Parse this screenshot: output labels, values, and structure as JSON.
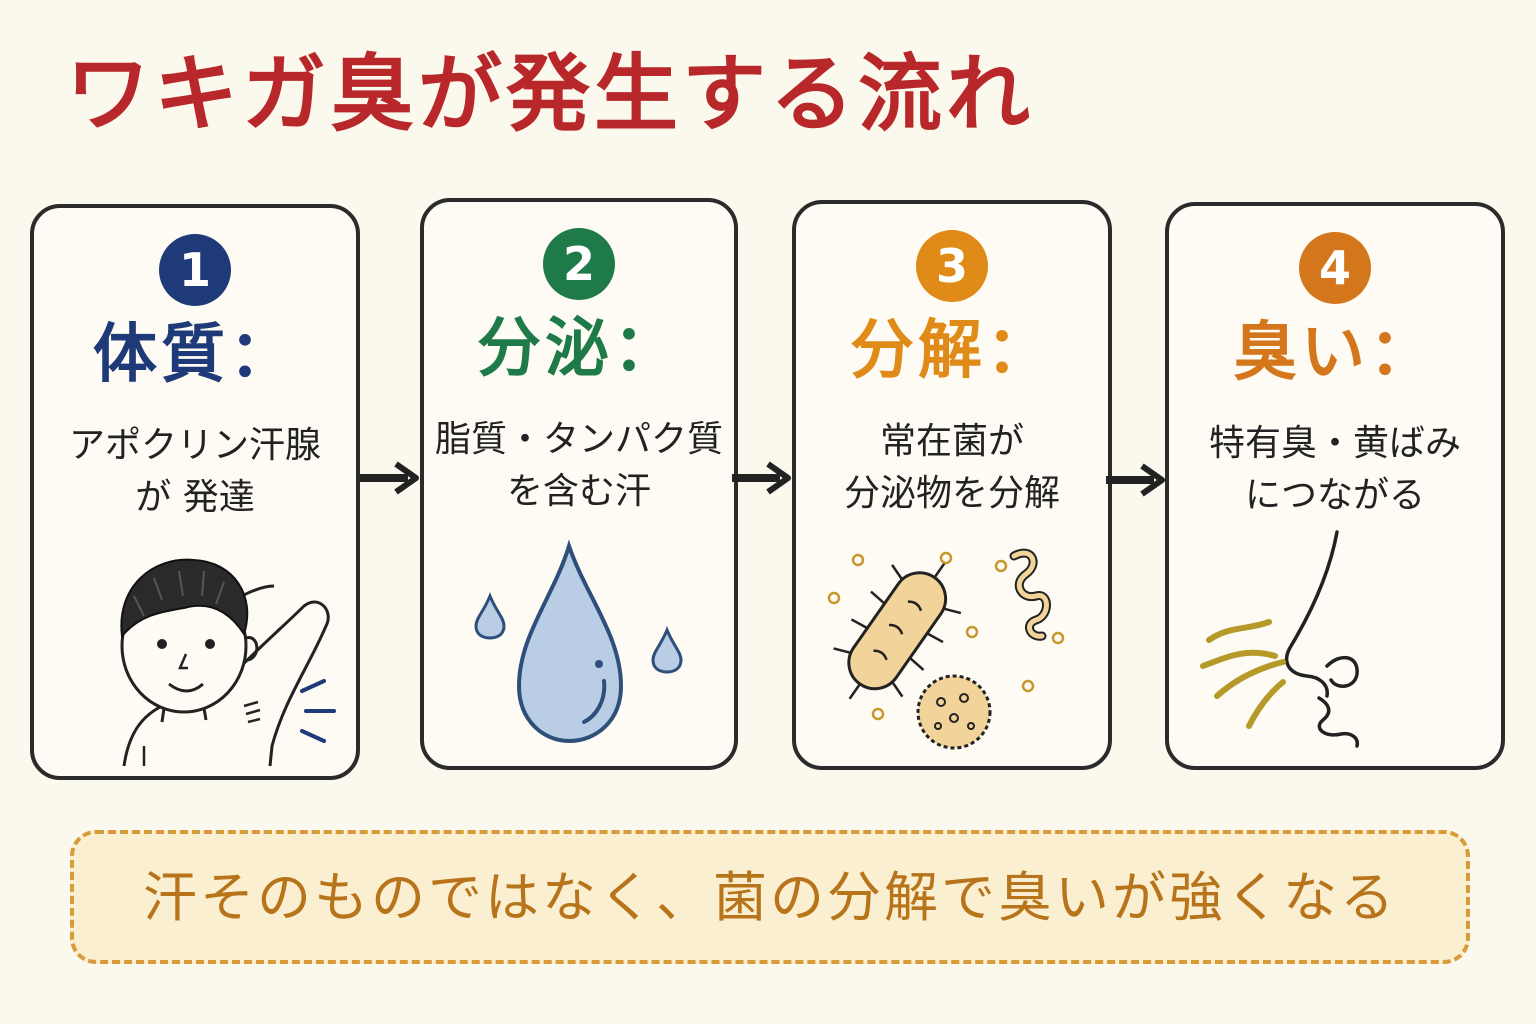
{
  "title": "ワキガ臭が発生する流れ",
  "colors": {
    "title": "#b8282a",
    "step1": "#1f3a78",
    "step2": "#1f7a4a",
    "step3": "#e08a18",
    "step4": "#d4761c",
    "note_border": "#d99a3a",
    "note_text": "#b8741a"
  },
  "steps": [
    {
      "number": "1",
      "heading": "体質：",
      "desc_lines": [
        "アポクリン汗腺",
        "が 発達"
      ],
      "icon": "person-raising-arm-icon"
    },
    {
      "number": "2",
      "heading": "分泌：",
      "desc_lines": [
        "脂質・タンパク質",
        "を含む汗"
      ],
      "icon": "sweat-drop-icon"
    },
    {
      "number": "3",
      "heading": "分解：",
      "desc_lines": [
        "常在菌が",
        "分泌物を分解"
      ],
      "icon": "bacteria-icon"
    },
    {
      "number": "4",
      "heading": "臭い：",
      "desc_lines": [
        "特有臭・黄ばみ",
        "につながる"
      ],
      "icon": "nose-smelling-icon"
    }
  ],
  "note": "汗そのものではなく、菌の分解で臭いが強くなる"
}
